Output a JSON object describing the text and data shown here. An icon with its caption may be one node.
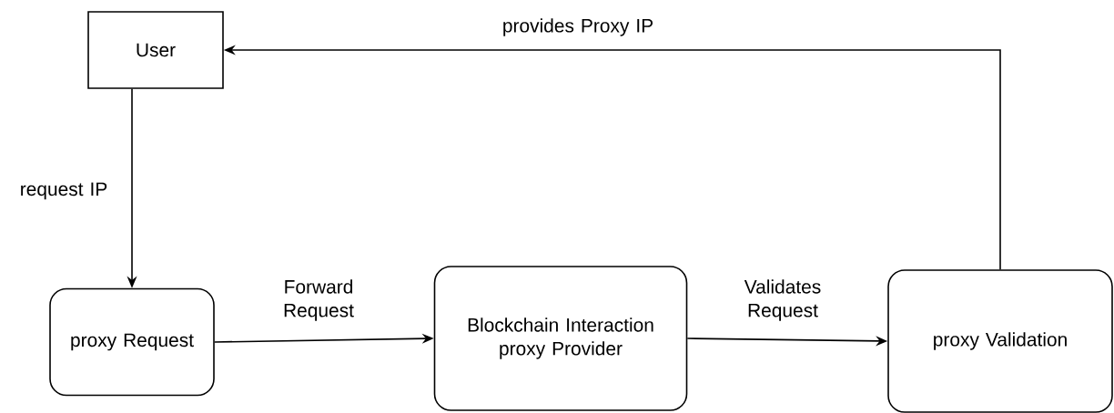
{
  "diagram": {
    "nodes": [
      {
        "text": [
          "User"
        ]
      },
      {
        "text": [
          "proxy Request"
        ]
      },
      {
        "text": [
          "Blockchain Interaction proxy Provider"
        ]
      },
      {
        "text": [
          "proxy Validation"
        ]
      }
    ],
    "edges": [
      {
        "from": 0,
        "to": 1,
        "arrow": "to",
        "label": "request IP"
      },
      {
        "from": 1,
        "to": 2,
        "arrow": "to",
        "label": "Forward Request"
      },
      {
        "from": 2,
        "to": 3,
        "arrow": "to",
        "label": "Validates Request"
      },
      {
        "from": 3,
        "to": 0,
        "arrow": "to",
        "label": "provides Proxy IP"
      }
    ]
  }
}
